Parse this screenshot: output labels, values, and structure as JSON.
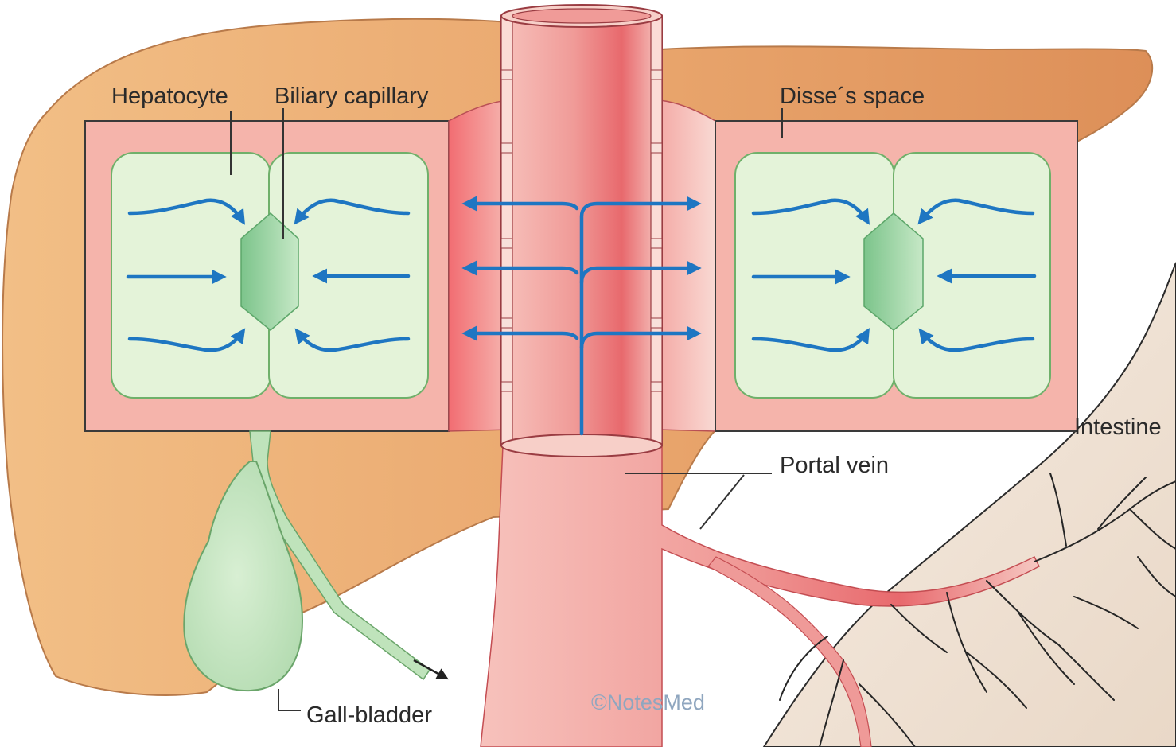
{
  "labels": {
    "hepatocyte": "Hepatocyte",
    "biliary_capillary": "Biliary capillary",
    "disse_space": "Disse´s space",
    "intestine": "Intestine",
    "portal_vein": "Portal vein",
    "gall_bladder": "Gall-bladder"
  },
  "watermark": "©NotesMed",
  "colors": {
    "liver": "#e9a66e",
    "sinusoid_wall": "#f4b1aa",
    "hepatocyte_fill": "#e3f2d9",
    "bile_green": "#a9d7a9",
    "vessel_red": "#ee8a88",
    "flow_arrow": "#1e76c2",
    "intestine": "#f1e4d7"
  },
  "icons": [
    "flow-arrow",
    "bile-outflow-arrow"
  ]
}
